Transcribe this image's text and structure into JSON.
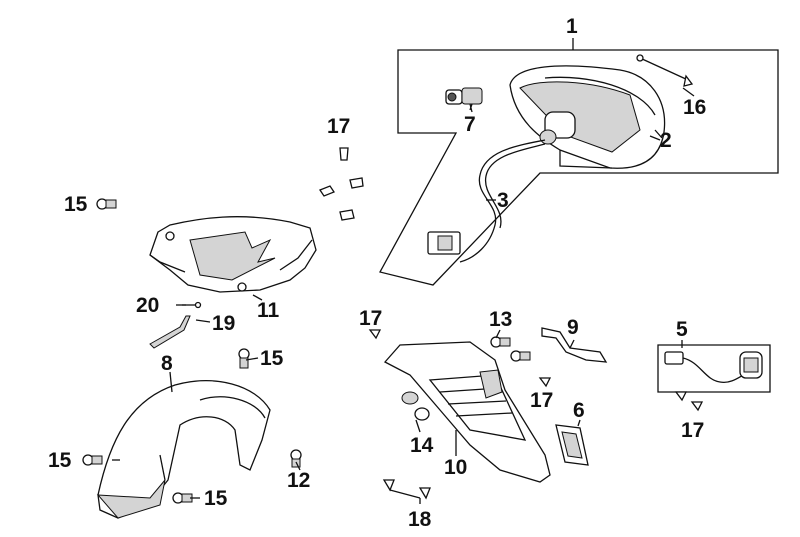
{
  "callouts": {
    "c1": "1",
    "c2": "2",
    "c3": "3",
    "c5": "5",
    "c6": "6",
    "c7": "7",
    "c8": "8",
    "c9": "9",
    "c10": "10",
    "c11": "11",
    "c12": "12",
    "c13": "13",
    "c14": "14",
    "c15": "15",
    "c16": "16",
    "c17": "17",
    "c18": "18",
    "c19": "19",
    "c20": "20"
  },
  "colors": {
    "line": "#111111",
    "shade": "#d4d4d4",
    "background": "#ffffff"
  }
}
